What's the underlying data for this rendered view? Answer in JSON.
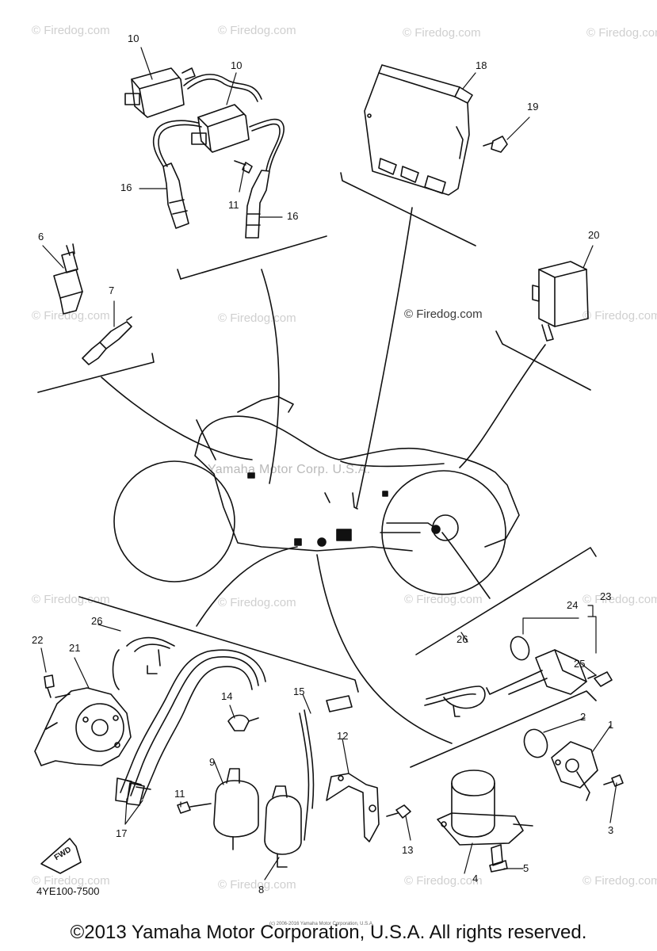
{
  "watermarks": {
    "site": "© Firedog.com",
    "center": "Yamaha Motor Corp. U.S.A."
  },
  "callouts": {
    "c1": "1",
    "c2": "2",
    "c3": "3",
    "c4": "4",
    "c5": "5",
    "c6": "6",
    "c7": "7",
    "c8": "8",
    "c9": "9",
    "c10a": "10",
    "c10b": "10",
    "c11a": "11",
    "c11b": "11",
    "c12": "12",
    "c13": "13",
    "c14": "14",
    "c15": "15",
    "c16a": "16",
    "c16b": "16",
    "c17": "17",
    "c18": "18",
    "c19": "19",
    "c20": "20",
    "c21": "21",
    "c22": "22",
    "c23": "23",
    "c24": "24",
    "c25": "25",
    "c26a": "26",
    "c26b": "26"
  },
  "fwd_label": "FWD",
  "part_code": "4YE100-7500",
  "tiny_copyright": "(c) 2006-2016 Yamaha Motor Corporation, U.S.A.",
  "copyright": "©2013 Yamaha Motor Corporation, U.S.A. All rights reserved."
}
